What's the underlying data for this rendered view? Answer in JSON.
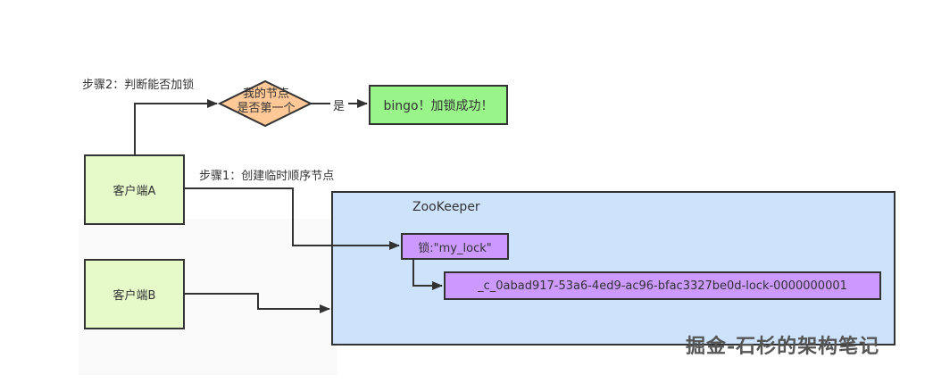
{
  "diagram": {
    "step2_label": "步骤2：判断能否加锁",
    "step1_label": "步骤1：创建临时顺序节点",
    "decision": {
      "line1": "我的节点",
      "line2": "是否第一个"
    },
    "yes_label": "是",
    "success_box": "bingo！加锁成功！",
    "client_a": "客户端A",
    "client_b": "客户端B",
    "zookeeper_title": "ZooKeeper",
    "lock_node": "锁:\"my_lock\"",
    "child_node": "_c_0abad917-53a6-4ed9-ac96-bfac3327be0d-lock-0000000001",
    "watermark": "掘金-石杉的架构笔记"
  },
  "colors": {
    "client_fill": "#e5f9c9",
    "decision_fill": "#ffc896",
    "success_fill": "#99f58a",
    "zookeeper_fill": "#cde3fb",
    "node_fill": "#cc99ff",
    "stroke": "#333333"
  }
}
